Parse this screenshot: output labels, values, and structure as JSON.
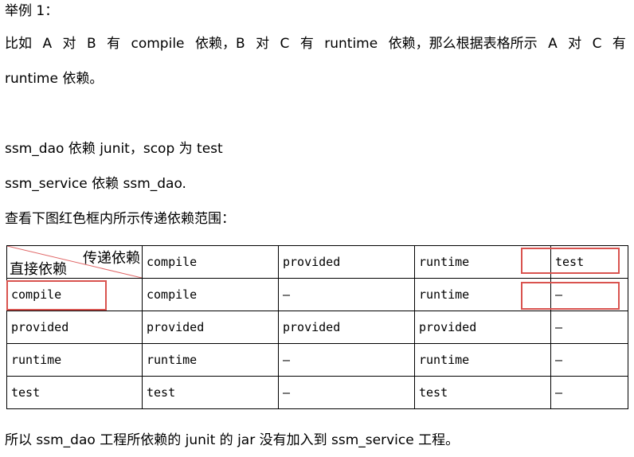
{
  "example_title": "举例 1：",
  "intro_line1_tokens": [
    "比如",
    "A",
    "对",
    "B",
    "有",
    "compile",
    "依赖，B",
    "对",
    "C",
    "有",
    "runtime",
    "依赖，那么根据表格所示",
    "A",
    "对",
    "C",
    "有"
  ],
  "intro_line2": "runtime  依赖。",
  "line_dao": "ssm_dao 依赖 junit，scop 为 test",
  "line_service": "ssm_service 依赖 ssm_dao.",
  "line_view": "查看下图红色框内所示传递依赖范围：",
  "table": {
    "corner_top": "传递依赖",
    "corner_bottom": "直接依赖",
    "header": [
      "compile",
      "provided",
      "runtime",
      "test"
    ],
    "rows": [
      [
        "compile",
        "compile",
        "–",
        "runtime",
        "–"
      ],
      [
        "provided",
        "provided",
        "provided",
        "provided",
        "–"
      ],
      [
        "runtime",
        "runtime",
        "–",
        "runtime",
        "–"
      ],
      [
        "test",
        "test",
        "–",
        "test",
        "–"
      ]
    ]
  },
  "conclusion": "所以 ssm_dao 工程所依赖的 junit 的 jar 没有加入到 ssm_service 工程。",
  "highlight_color": "#d9534f"
}
